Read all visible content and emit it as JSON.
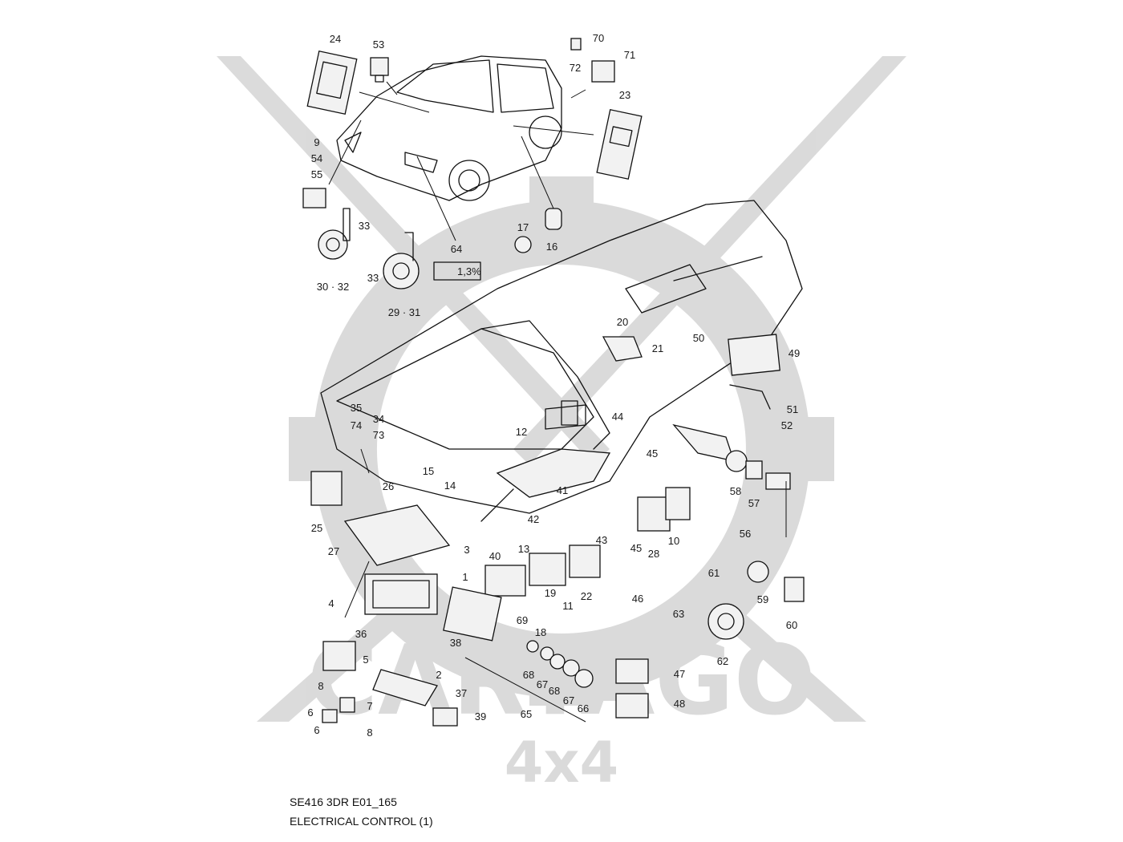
{
  "diagram": {
    "code": "SE416 3DR E01_165",
    "title": "ELECTRICAL CONTROL (1)",
    "callouts": [
      {
        "id": "c24",
        "text": "24"
      },
      {
        "id": "c53",
        "text": "53"
      },
      {
        "id": "c70",
        "text": "70"
      },
      {
        "id": "c71",
        "text": "71"
      },
      {
        "id": "c72",
        "text": "72"
      },
      {
        "id": "c23",
        "text": "23"
      },
      {
        "id": "c9",
        "text": "9"
      },
      {
        "id": "c54",
        "text": "54"
      },
      {
        "id": "c55",
        "text": "55"
      },
      {
        "id": "c33a",
        "text": "33"
      },
      {
        "id": "c33b",
        "text": "33"
      },
      {
        "id": "c30_32",
        "text": "30 · 32"
      },
      {
        "id": "c29_31",
        "text": "29 · 31"
      },
      {
        "id": "c64",
        "text": "64"
      },
      {
        "id": "c17",
        "text": "17"
      },
      {
        "id": "c16",
        "text": "16"
      },
      {
        "id": "c20",
        "text": "20"
      },
      {
        "id": "c21",
        "text": "21"
      },
      {
        "id": "c50",
        "text": "50"
      },
      {
        "id": "c49",
        "text": "49"
      },
      {
        "id": "c51",
        "text": "51"
      },
      {
        "id": "c52",
        "text": "52"
      },
      {
        "id": "c35",
        "text": "35"
      },
      {
        "id": "c74",
        "text": "74"
      },
      {
        "id": "c34",
        "text": "34"
      },
      {
        "id": "c73",
        "text": "73"
      },
      {
        "id": "c26",
        "text": "26"
      },
      {
        "id": "c25",
        "text": "25"
      },
      {
        "id": "c27",
        "text": "27"
      },
      {
        "id": "c15",
        "text": "15"
      },
      {
        "id": "c14",
        "text": "14"
      },
      {
        "id": "c12",
        "text": "12"
      },
      {
        "id": "c44",
        "text": "44"
      },
      {
        "id": "c45a",
        "text": "45"
      },
      {
        "id": "c45b",
        "text": "45"
      },
      {
        "id": "c41",
        "text": "41"
      },
      {
        "id": "c42",
        "text": "42"
      },
      {
        "id": "c13",
        "text": "13"
      },
      {
        "id": "c43",
        "text": "43"
      },
      {
        "id": "c28",
        "text": "28"
      },
      {
        "id": "c10",
        "text": "10"
      },
      {
        "id": "c58",
        "text": "58"
      },
      {
        "id": "c57",
        "text": "57"
      },
      {
        "id": "c56",
        "text": "56"
      },
      {
        "id": "c3",
        "text": "3"
      },
      {
        "id": "c1",
        "text": "1"
      },
      {
        "id": "c4",
        "text": "4"
      },
      {
        "id": "c40",
        "text": "40"
      },
      {
        "id": "c19",
        "text": "19"
      },
      {
        "id": "c11",
        "text": "11"
      },
      {
        "id": "c22",
        "text": "22"
      },
      {
        "id": "c46",
        "text": "46"
      },
      {
        "id": "c63",
        "text": "63"
      },
      {
        "id": "c61",
        "text": "61"
      },
      {
        "id": "c59",
        "text": "59"
      },
      {
        "id": "c60",
        "text": "60"
      },
      {
        "id": "c69",
        "text": "69"
      },
      {
        "id": "c18",
        "text": "18"
      },
      {
        "id": "c36",
        "text": "36"
      },
      {
        "id": "c5",
        "text": "5"
      },
      {
        "id": "c38",
        "text": "38"
      },
      {
        "id": "c2",
        "text": "2"
      },
      {
        "id": "c37",
        "text": "37"
      },
      {
        "id": "c8a",
        "text": "8"
      },
      {
        "id": "c8b",
        "text": "8"
      },
      {
        "id": "c7",
        "text": "7"
      },
      {
        "id": "c6a",
        "text": "6"
      },
      {
        "id": "c6b",
        "text": "6"
      },
      {
        "id": "c39",
        "text": "39"
      },
      {
        "id": "c65",
        "text": "65"
      },
      {
        "id": "c68a",
        "text": "68"
      },
      {
        "id": "c68b",
        "text": "68"
      },
      {
        "id": "c67a",
        "text": "67"
      },
      {
        "id": "c67b",
        "text": "67"
      },
      {
        "id": "c66",
        "text": "66"
      },
      {
        "id": "c62",
        "text": "62"
      },
      {
        "id": "c47",
        "text": "47"
      },
      {
        "id": "c48",
        "text": "48"
      }
    ],
    "headlamp_label": "1,3%"
  },
  "watermark": {
    "line1": "CARTAGO",
    "line2": "4x4",
    "color": "#bdbdbd"
  }
}
